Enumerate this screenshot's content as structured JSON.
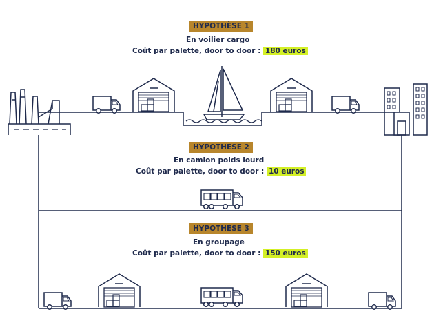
{
  "colors": {
    "line": "#1f2a4c",
    "badge": "#b8862c",
    "highlight": "#d4f026",
    "background": "#ffffff"
  },
  "hypotheses": [
    {
      "badge": "HYPOTHÈSE 1",
      "mode": "En voilier cargo",
      "cost_label": "Coût par palette, door to door :",
      "price": "180 euros"
    },
    {
      "badge": "HYPOTHÈSE 2",
      "mode": "En camion poids lourd",
      "cost_label": "Coût par palette, door to door :",
      "price": "10 euros"
    },
    {
      "badge": "HYPOTHÈSE 3",
      "mode": "En groupage",
      "cost_label": "Coût par palette, door to door :",
      "price": "150 euros"
    }
  ],
  "icons": [
    "factory-icon",
    "city-buildings-icon",
    "delivery-van-icon",
    "warehouse-icon",
    "sailboat-icon",
    "waves-icon",
    "truck-icon"
  ]
}
